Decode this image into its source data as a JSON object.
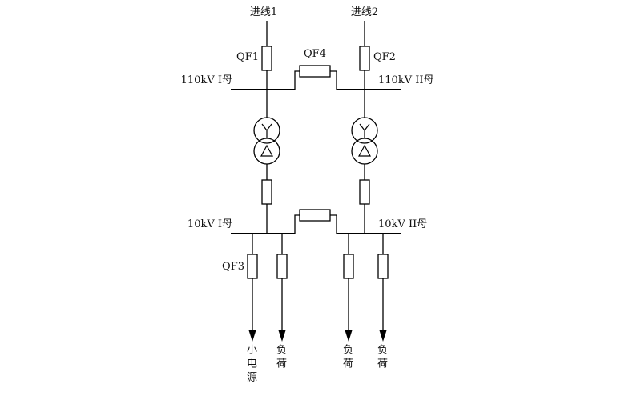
{
  "diagram": {
    "incoming": [
      {
        "label": "进线1"
      },
      {
        "label": "进线2"
      }
    ],
    "breakers": {
      "qf1": "QF1",
      "qf2": "QF2",
      "qf3": "QF3",
      "qf4": "QF4"
    },
    "buses": {
      "hv1": "110kV I母",
      "hv2": "110kV II母",
      "lv1": "10kV I母",
      "lv2": "10kV II母"
    },
    "feeders": [
      {
        "label": "小电源"
      },
      {
        "label": "负荷"
      },
      {
        "label": "负荷"
      },
      {
        "label": "负荷"
      }
    ],
    "colors": {
      "line": "#000000",
      "background": "#ffffff"
    }
  }
}
